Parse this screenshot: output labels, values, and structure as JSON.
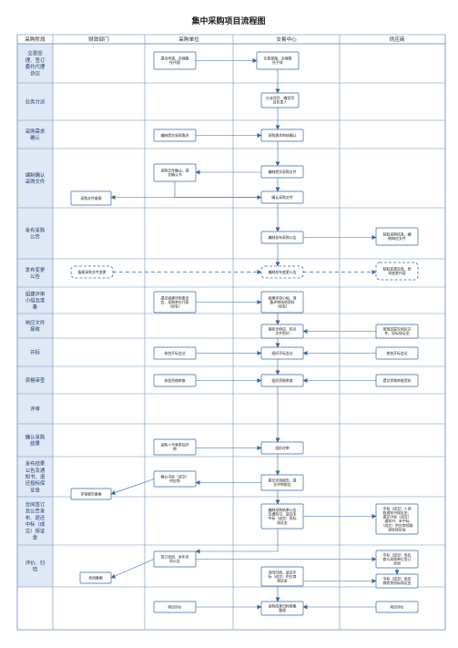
{
  "title": "集中采购项目流程图",
  "columns": [
    "采购阶段",
    "财政部门",
    "采购单位",
    "交易中心",
    "供应商"
  ],
  "phases": [
    [
      "交易受",
      "理、签订",
      "委托代理",
      "协议"
    ],
    [
      "业务分派"
    ],
    [
      "采购需求",
      "确认"
    ],
    [
      "编制确认",
      "采购文件"
    ],
    [
      "发布采购",
      "公告"
    ],
    [
      "发布变更",
      "公告"
    ],
    [
      "组建评审",
      "小组及准",
      "备"
    ],
    [
      "响应文件",
      "接收"
    ],
    [
      "开标"
    ],
    [
      "资格审查"
    ],
    [
      "评审"
    ],
    [
      "确认采购",
      "结果"
    ],
    [
      "发布结果",
      "公告及通",
      "知书、退",
      "还投标保",
      "证金"
    ],
    [
      "合同签订",
      "及公告发",
      "布、退还",
      "中标（成",
      "交）保证",
      "金"
    ],
    [
      "评价、归",
      "档"
    ]
  ],
  "boxes": {
    "b1": [
      "提出申请、办理委",
      "托代理"
    ],
    "b2": [
      "交易受理、办理委",
      "托手续"
    ],
    "b3": [
      "分派项目、确定项",
      "目负责人"
    ],
    "b4": [
      "编制提交采购需求"
    ],
    "b5": [
      "采购需求审核确认"
    ],
    "b6": [
      "采购文件确认、提",
      "交确认书"
    ],
    "b7": [
      "编制提交采购文件"
    ],
    "b8": [
      "采购文件备案"
    ],
    "b9": [
      "确认采购文件"
    ],
    "b10": [
      "编制发布采购公告"
    ],
    "b11": [
      "获取采购信息、编",
      "制响应文件"
    ],
    "b12": [
      "备案采购文件变更"
    ],
    "b13": [
      "编制发布变更公告"
    ],
    "b14": [
      "获取变更信息、修",
      "改变更内容"
    ],
    "b15": [
      "提交组建评审委员",
      "会、采购单位代表",
      "（如有）"
    ],
    "b16": [
      "组建评审小组、准",
      "备评审场地资料",
      "（如有）"
    ],
    "b17": [
      "接收全响应、核点",
      "文件密封"
    ],
    "b18": [
      "按规定提交响应文",
      "件、投标保证金"
    ],
    "b19": [
      "参加开标会议"
    ],
    "b20": [
      "组织开标会议"
    ],
    "b21": [
      "参加开标会议"
    ],
    "b22": [
      "参加资格审查"
    ],
    "b23": [
      "组织资格审查"
    ],
    "b24": [
      "提交资格审查资料"
    ],
    "b25": [
      "采购人代表参加评",
      "审"
    ],
    "b26": [
      "组织评审"
    ],
    "b27": [
      "确认中标（成交）",
      "供应商"
    ],
    "b28": [
      "评审报告备案"
    ],
    "b29": [
      "提交评审报告、提",
      "交评审报告"
    ],
    "b30": [
      "编制采购结果公告",
      "及通知书、退还未",
      "中标（成交）投标",
      "保证金"
    ],
    "b31": [
      "中标（成交）人领",
      "取通知书保证金、",
      "提交中标（成交）",
      "通知书、未中标",
      "（成交）供应商领取",
      "投标保证金"
    ],
    "b32": [
      "签订合同、发布合",
      "同公告"
    ],
    "b33": [
      "合同备案"
    ],
    "b34": [
      "合同归档、退还中",
      "标（成交）供应商",
      "保证金"
    ],
    "b35": [
      "中标（成交）供应",
      "商与采购单位签订",
      "合同"
    ],
    "b36": [
      "中标（成交）供应",
      "商收到投标保证金"
    ],
    "b37": [
      "项目评价"
    ],
    "b38": [
      "采购结果归档收集",
      "整理"
    ],
    "b39": [
      "项目评价"
    ]
  }
}
